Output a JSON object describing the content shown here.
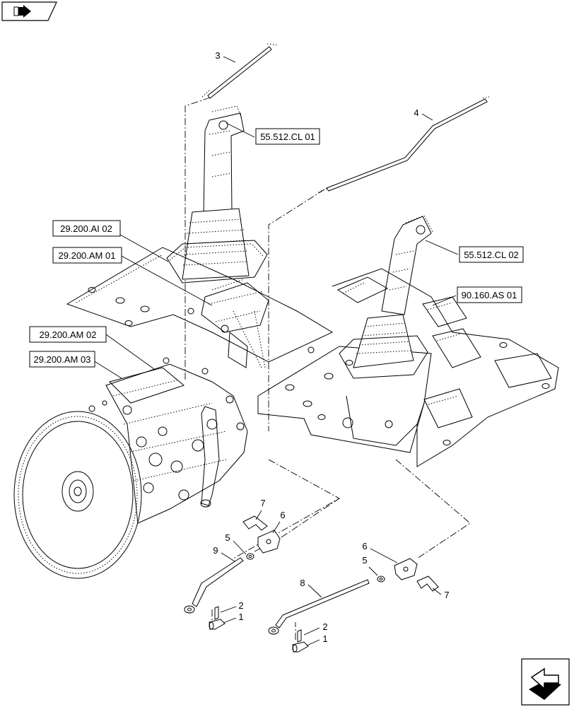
{
  "nav": {
    "prev_icon": "arrow-back-icon",
    "next_icon": "arrow-forward-icon"
  },
  "references": [
    {
      "id": "ref-55-512-cl-01",
      "label": "55.512.CL 01"
    },
    {
      "id": "ref-29-200-ai-02",
      "label": "29.200.AI 02"
    },
    {
      "id": "ref-29-200-am-01",
      "label": "29.200.AM 01"
    },
    {
      "id": "ref-55-512-cl-02",
      "label": "55.512.CL 02"
    },
    {
      "id": "ref-90-160-as-01",
      "label": "90.160.AS 01"
    },
    {
      "id": "ref-29-200-am-02",
      "label": "29.200.AM 02"
    },
    {
      "id": "ref-29-200-am-03",
      "label": "29.200.AM 03"
    }
  ],
  "callouts": [
    "3",
    "4",
    "7",
    "6",
    "5",
    "9",
    "2",
    "1",
    "6",
    "5",
    "7",
    "8",
    "2",
    "1"
  ]
}
